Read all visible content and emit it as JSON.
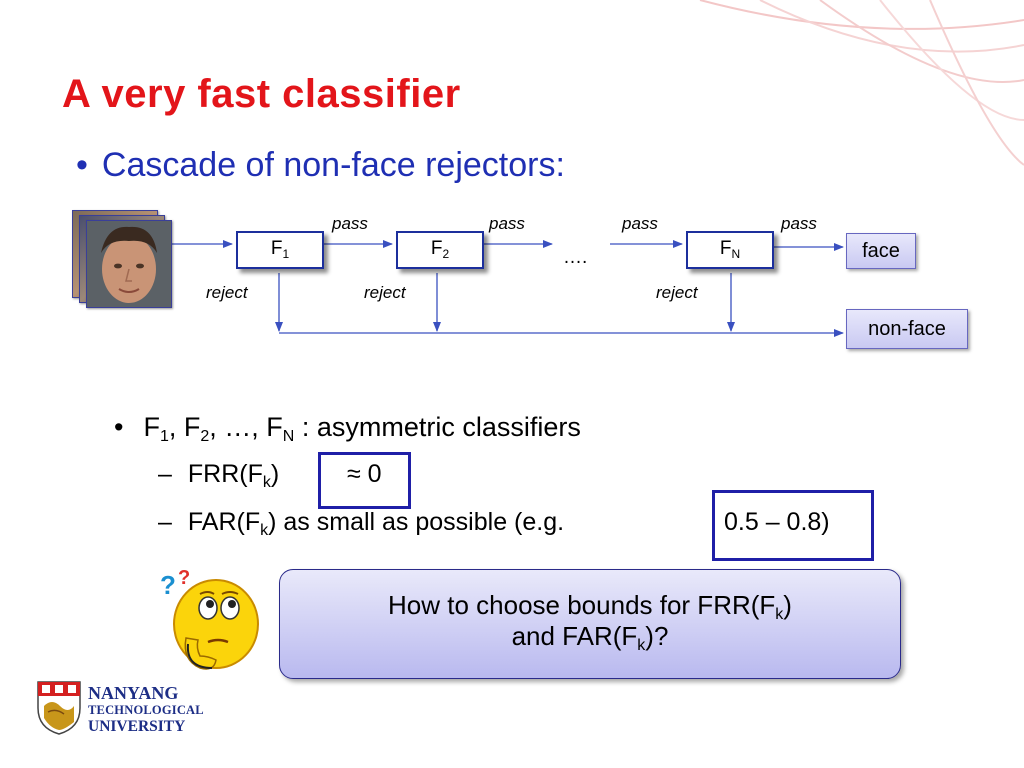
{
  "slide": {
    "title": "A very fast classifier",
    "bullet_main": "Cascade of non-face rejectors:",
    "bullet_marker": "•"
  },
  "diagram": {
    "classifiers": [
      {
        "base": "F",
        "sub": "1"
      },
      {
        "base": "F",
        "sub": "2"
      },
      {
        "base": "F",
        "sub": "N"
      }
    ],
    "ellipsis": "….",
    "pass_labels": [
      "pass",
      "pass",
      "pass",
      "pass"
    ],
    "reject_labels": [
      "reject",
      "reject",
      "reject"
    ],
    "outputs": {
      "face": "face",
      "nonface": "non-face"
    }
  },
  "bullet2": {
    "parts": [
      "F",
      "1",
      ", F",
      "2",
      ", …, F",
      "N",
      " : asymmetric classifiers"
    ]
  },
  "sub1": {
    "dash": "–",
    "pre": "FRR(F",
    "sub": "k",
    "post": ")",
    "hl": "≈ 0"
  },
  "sub2": {
    "dash": "–",
    "pre": "FAR(F",
    "sub": "k",
    "post": ") as small as possible (e.g.",
    "hl": "0.5 – 0.8)"
  },
  "callout": {
    "l1_pre": "How to choose bounds for FRR(F",
    "l1_sub": "k",
    "l1_post": ")",
    "l2_pre": "and FAR(F",
    "l2_sub": "k",
    "l2_post": ")?"
  },
  "logo": {
    "line1": "NANYANG",
    "line2": "TECHNOLOGICAL",
    "line3": "UNIVERSITY"
  },
  "colors": {
    "title": "#e3151a",
    "bullet_main": "#1f2fb3",
    "box_border": "#1c2f9c",
    "arrow": "#3a50c0",
    "logo_text": "#1d2e86"
  }
}
